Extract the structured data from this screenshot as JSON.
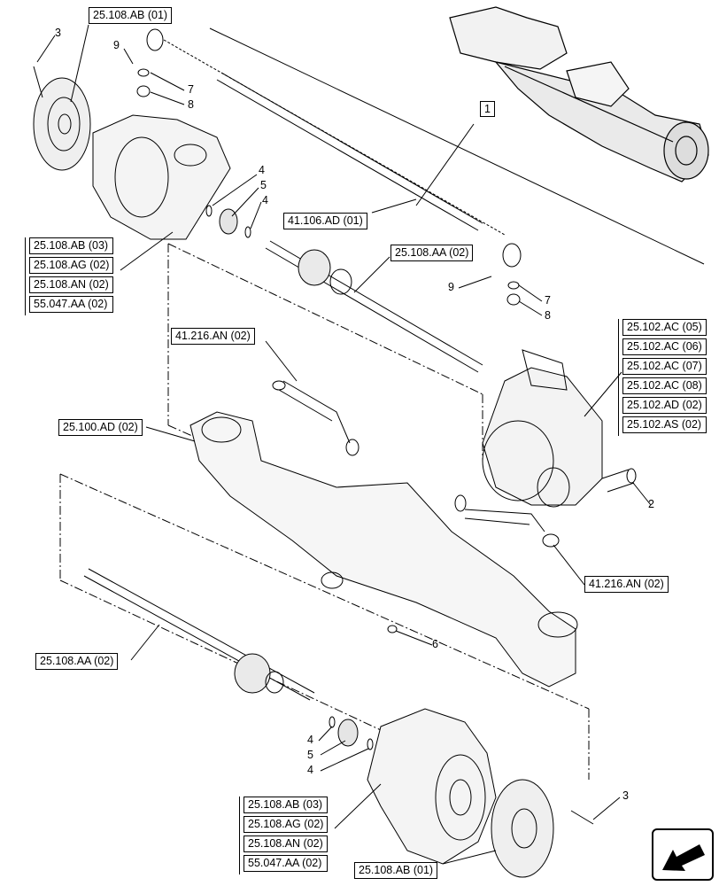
{
  "refs": {
    "top_hub_cover": "25.108.AB (01)",
    "left_stack": [
      "25.108.AB (03)",
      "25.108.AG (02)",
      "25.108.AN (02)",
      "55.047.AA (02)"
    ],
    "tie_rod_top": "41.106.AD (01)",
    "shaft_top": "25.108.AA (02)",
    "steering_cyl_top": "41.216.AN (02)",
    "right_stack": [
      "25.102.AC (05)",
      "25.102.AC (06)",
      "25.102.AC (07)",
      "25.102.AC (08)",
      "25.102.AD (02)",
      "25.102.AS (02)"
    ],
    "axle_housing": "25.100.AD (02)",
    "steering_cyl_right": "41.216.AN (02)",
    "shaft_bottom": "25.108.AA (02)",
    "bottom_stack": [
      "25.108.AB (03)",
      "25.108.AG (02)",
      "25.108.AN (02)",
      "55.047.AA (02)"
    ],
    "bottom_hub_cover": "25.108.AB (01)"
  },
  "callouts": {
    "assembly": "1",
    "n3_top": "3",
    "n9_top": "9",
    "n7_top": "7",
    "n8_top": "8",
    "n4_a": "4",
    "n5_a": "5",
    "n4_b": "4",
    "n9_right": "9",
    "n7_right": "7",
    "n8_right": "8",
    "n2": "2",
    "n6": "6",
    "n4_c": "4",
    "n5_b": "5",
    "n4_d": "4",
    "n3_bottom": "3"
  },
  "icons": {
    "nav": "arrow-icon"
  }
}
